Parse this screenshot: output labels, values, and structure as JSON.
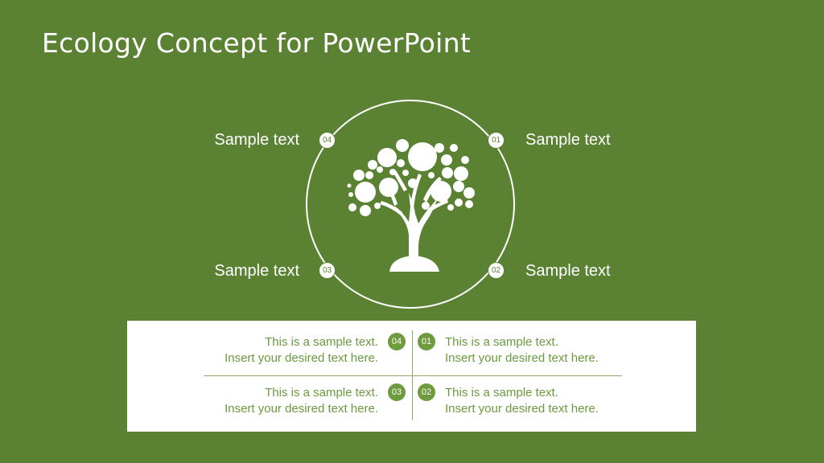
{
  "title": "Ecology Concept for PowerPoint",
  "diagram": {
    "icon": "tree-icon",
    "labels": [
      {
        "num": "04",
        "text": "Sample text"
      },
      {
        "num": "01",
        "text": "Sample text"
      },
      {
        "num": "03",
        "text": "Sample text"
      },
      {
        "num": "02",
        "text": "Sample text"
      }
    ]
  },
  "panel": {
    "items": [
      {
        "num": "04",
        "line1": "This is a sample text.",
        "line2": "Insert your desired text here."
      },
      {
        "num": "01",
        "line1": "This is a sample text.",
        "line2": "Insert your desired text here."
      },
      {
        "num": "03",
        "line1": "This is a sample text.",
        "line2": "Insert your desired text here."
      },
      {
        "num": "02",
        "line1": "This is a sample text.",
        "line2": "Insert your desired text here."
      }
    ]
  },
  "colors": {
    "background": "#5b8233",
    "accent": "#6d9b3e",
    "text_green": "#6a9a3d"
  }
}
